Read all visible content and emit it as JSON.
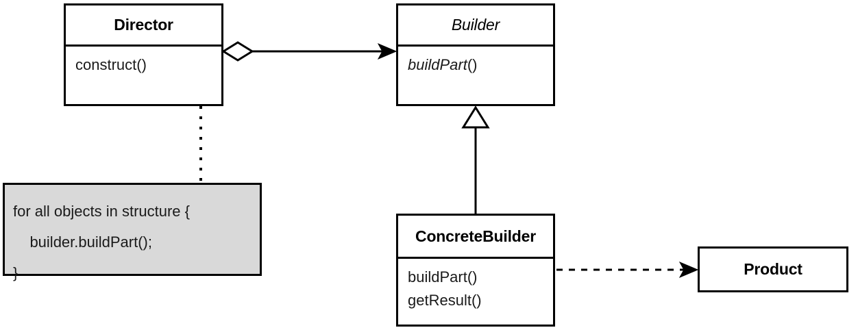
{
  "diagram": {
    "title": "Builder design pattern UML class diagram",
    "type": "uml-class-diagram",
    "background_color": "#ffffff",
    "line_color": "#000000",
    "note_fill_color": "#d9d9d9"
  },
  "classes": {
    "director": {
      "name": "Director",
      "abstract": false,
      "members": [
        {
          "text": "construct()",
          "abstract": false
        }
      ]
    },
    "builder": {
      "name": "Builder",
      "abstract": true,
      "members": [
        {
          "text": "buildPart",
          "paren": "()",
          "abstract": true
        }
      ]
    },
    "concrete_builder": {
      "name": "ConcreteBuilder",
      "abstract": false,
      "members": [
        {
          "text": "buildPart()",
          "abstract": false
        },
        {
          "text": "getResult()",
          "abstract": false
        }
      ]
    },
    "product": {
      "name": "Product",
      "abstract": false,
      "members": []
    }
  },
  "note": {
    "lines": [
      "for all objects in structure {",
      "    builder.buildPart();",
      "}"
    ]
  },
  "relationships": [
    {
      "id": "director-builder",
      "kind": "aggregation",
      "source": "Director",
      "target": "Builder",
      "source_decoration": "hollow-diamond",
      "target_decoration": "filled-arrow",
      "line_style": "solid"
    },
    {
      "id": "concretebuilder-builder",
      "kind": "generalization",
      "source": "ConcreteBuilder",
      "target": "Builder",
      "source_decoration": "none",
      "target_decoration": "hollow-triangle",
      "line_style": "solid"
    },
    {
      "id": "concretebuilder-product",
      "kind": "dependency",
      "source": "ConcreteBuilder",
      "target": "Product",
      "source_decoration": "none",
      "target_decoration": "open-arrow",
      "line_style": "dashed"
    },
    {
      "id": "director-note",
      "kind": "note-anchor",
      "source": "Director",
      "target": "Note",
      "source_decoration": "hollow-circle",
      "target_decoration": "none",
      "line_style": "dotted"
    }
  ]
}
